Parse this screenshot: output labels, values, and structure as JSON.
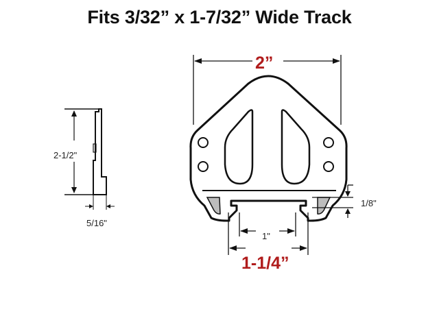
{
  "title": "Fits 3/32” x 1-7/32” Wide Track",
  "colors": {
    "highlight": "#b01c1c",
    "line": "#111111",
    "fill_gray": "#bdbdbd"
  },
  "side_view": {
    "height_label": "2-1/2\"",
    "thickness_label": "5/16\""
  },
  "front_view": {
    "width_label": "2”",
    "slot_outer_label": "1-1/4”",
    "slot_inner_label": "1\"",
    "lip_label": "1/8\""
  }
}
